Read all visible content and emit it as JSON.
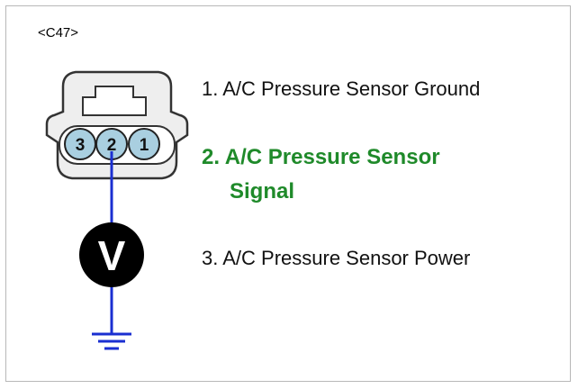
{
  "connector": {
    "id": "<C47>",
    "pin_numbers": [
      "3",
      "2",
      "1"
    ],
    "meter_symbol": "V"
  },
  "pins": [
    {
      "text": "1. A/C Pressure Sensor Ground",
      "highlighted": false
    },
    {
      "text_line1": "2. A/C Pressure Sensor",
      "text_line2": "Signal",
      "highlighted": true
    },
    {
      "text": "3. A/C Pressure Sensor Power",
      "highlighted": false
    }
  ],
  "colors": {
    "highlight": "#1f8a2a",
    "wire": "#1a2fd1",
    "pin_fill": "#a9cfe0",
    "housing": "#eeeeee"
  }
}
